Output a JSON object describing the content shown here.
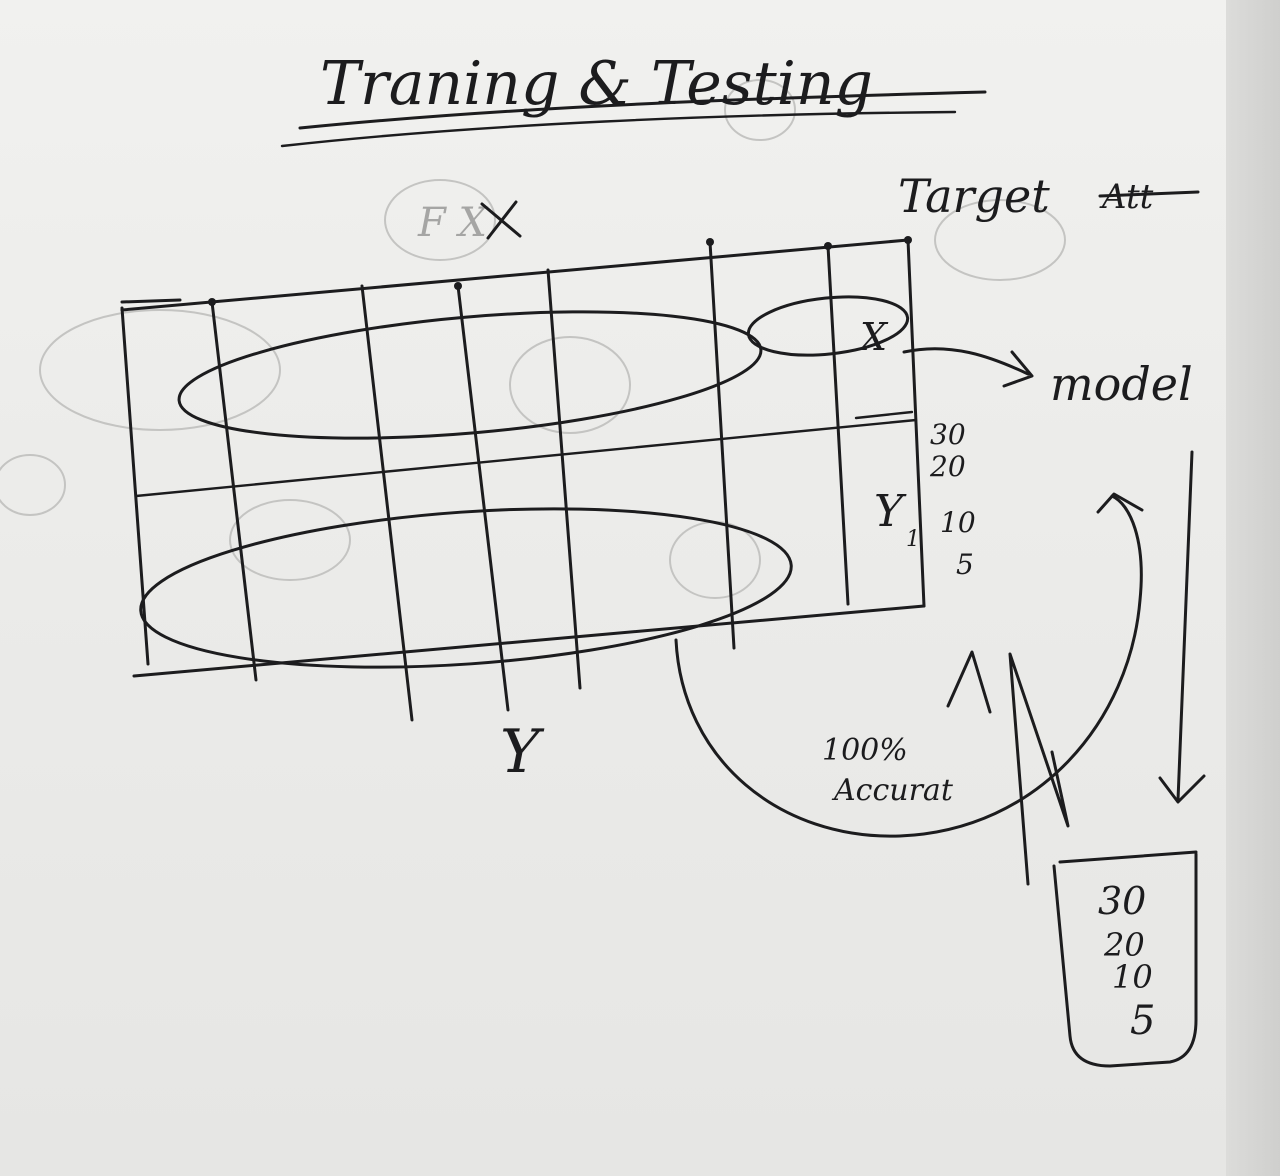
{
  "title": "Traning & Testing",
  "labels": {
    "features": "F X",
    "target": "Target",
    "target_struck": "Att",
    "x_row": "X",
    "y_column": "Y",
    "y_sub": "1",
    "model": "model",
    "y_bottom": "Y",
    "accuracy_pct": "100%",
    "accuracy_word": "Accurat"
  },
  "side_values": [
    "30",
    "20",
    "10",
    "5"
  ],
  "box_values": [
    "30",
    "20",
    "10",
    "5"
  ],
  "colors": {
    "ink": "#1c1c1e",
    "paper": "#eeeeec"
  }
}
